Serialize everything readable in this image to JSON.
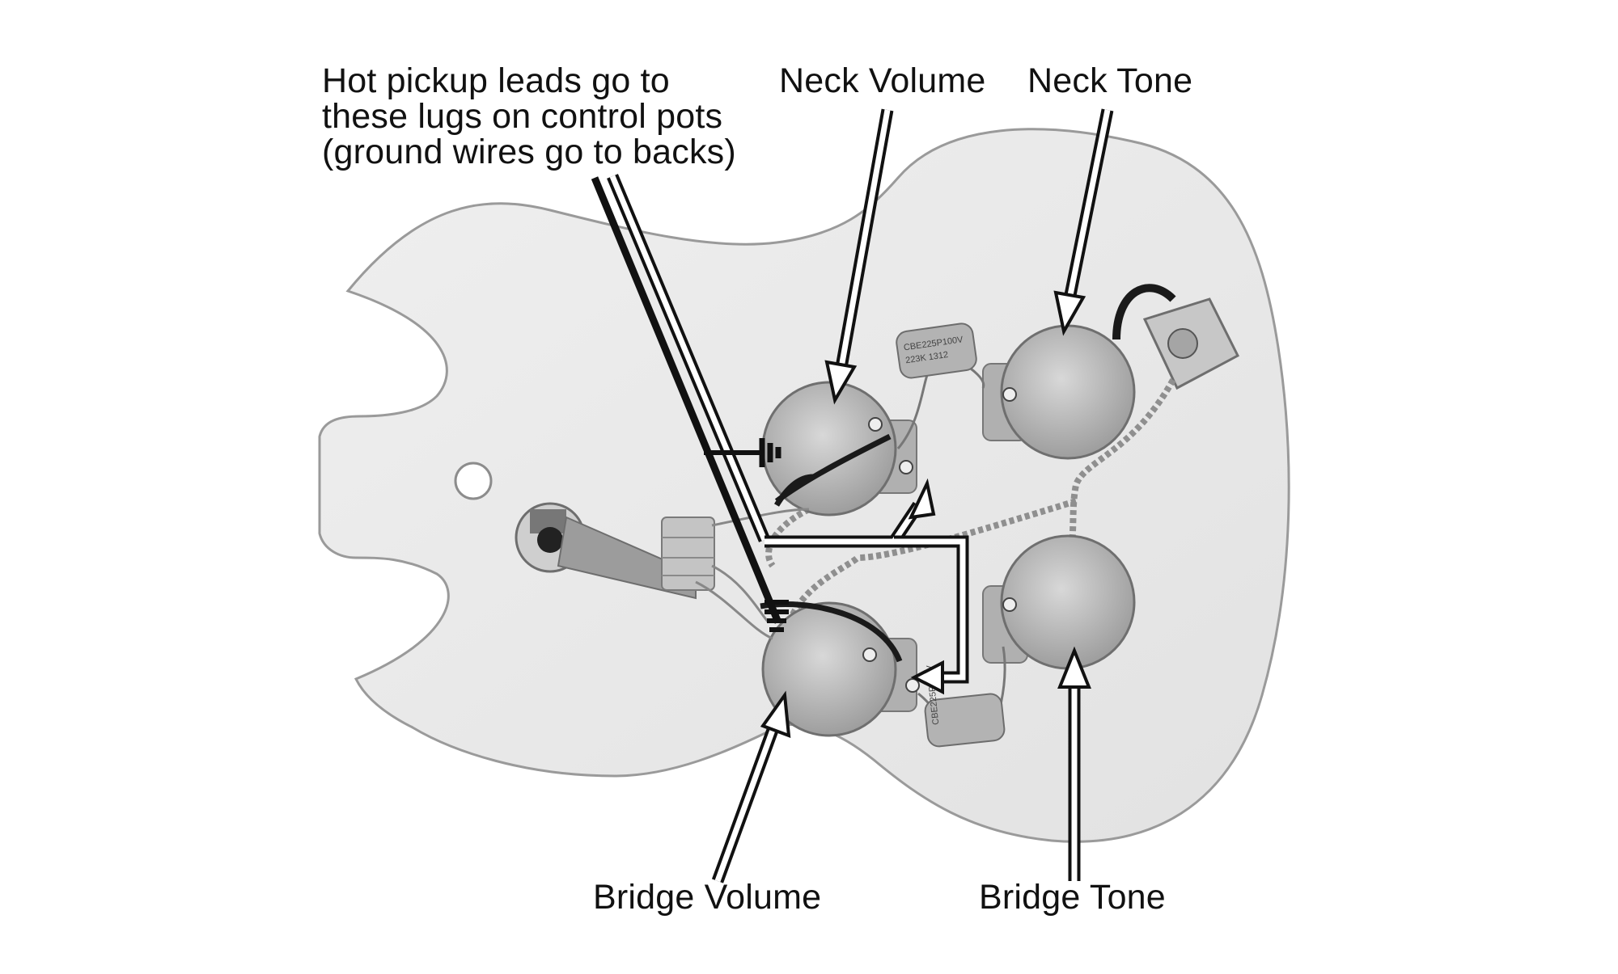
{
  "labels": {
    "hot_leads": [
      "Hot pickup leads go to",
      "these lugs on control pots",
      "(ground wires go to backs)"
    ],
    "neck_volume": "Neck Volume",
    "neck_tone": "Neck Tone",
    "bridge_volume": "Bridge Volume",
    "bridge_tone": "Bridge Tone"
  },
  "capacitor_marking": [
    "CBE225P100V",
    "223K 1312"
  ],
  "colors": {
    "body_fill": "#e9e9e9",
    "pot_fill": "#bdbdbd",
    "wire_dark": "#1a1a1a",
    "arrow_fill": "#ffffff",
    "capacitor_fill": "#b3b3b3"
  }
}
